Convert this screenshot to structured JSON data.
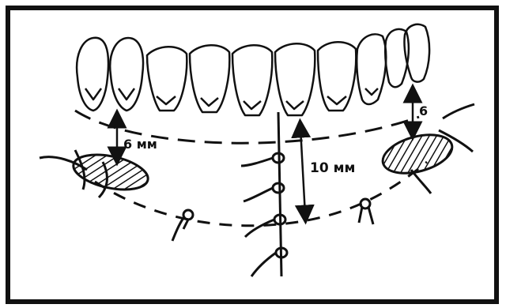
{
  "labels": {
    "left_distance": "6 мм",
    "right_distance": "6",
    "center_distance": "10 мм"
  },
  "colors": {
    "ink": "#111111",
    "background": "#ffffff"
  }
}
